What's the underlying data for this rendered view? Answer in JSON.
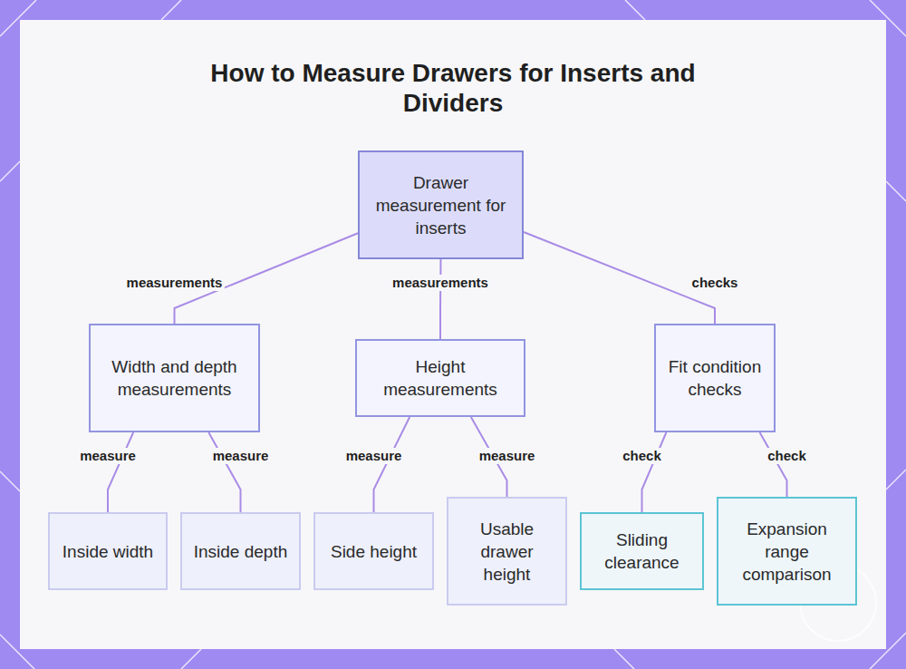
{
  "diagram": {
    "title": "How to Measure Drawers for Inserts and Dividers",
    "nodes": [
      {
        "text": [
          "Drawer measurement for inserts"
        ]
      },
      {
        "text": [
          "Width and depth measurements"
        ]
      },
      {
        "text": [
          "Height measurements"
        ]
      },
      {
        "text": [
          "Fit condition checks"
        ]
      },
      {
        "text": [
          "Inside width"
        ]
      },
      {
        "text": [
          "Inside depth"
        ]
      },
      {
        "text": [
          "Side height"
        ]
      },
      {
        "text": [
          "Usable drawer height"
        ]
      },
      {
        "text": [
          "Sliding clearance"
        ]
      },
      {
        "text": [
          "Expansion range comparison"
        ]
      }
    ],
    "edges": [
      {
        "from": 0,
        "to": 1,
        "label": "measurements",
        "arrow": "none"
      },
      {
        "from": 0,
        "to": 2,
        "label": "measurements",
        "arrow": "none"
      },
      {
        "from": 0,
        "to": 3,
        "label": "checks",
        "arrow": "none"
      },
      {
        "from": 1,
        "to": 4,
        "label": "measure",
        "arrow": "none"
      },
      {
        "from": 1,
        "to": 5,
        "label": "measure",
        "arrow": "none"
      },
      {
        "from": 2,
        "to": 6,
        "label": "measure",
        "arrow": "none"
      },
      {
        "from": 2,
        "to": 7,
        "label": "measure",
        "arrow": "none"
      },
      {
        "from": 3,
        "to": 8,
        "label": "check",
        "arrow": "none"
      },
      {
        "from": 3,
        "to": 9,
        "label": "check",
        "arrow": "none"
      }
    ]
  }
}
